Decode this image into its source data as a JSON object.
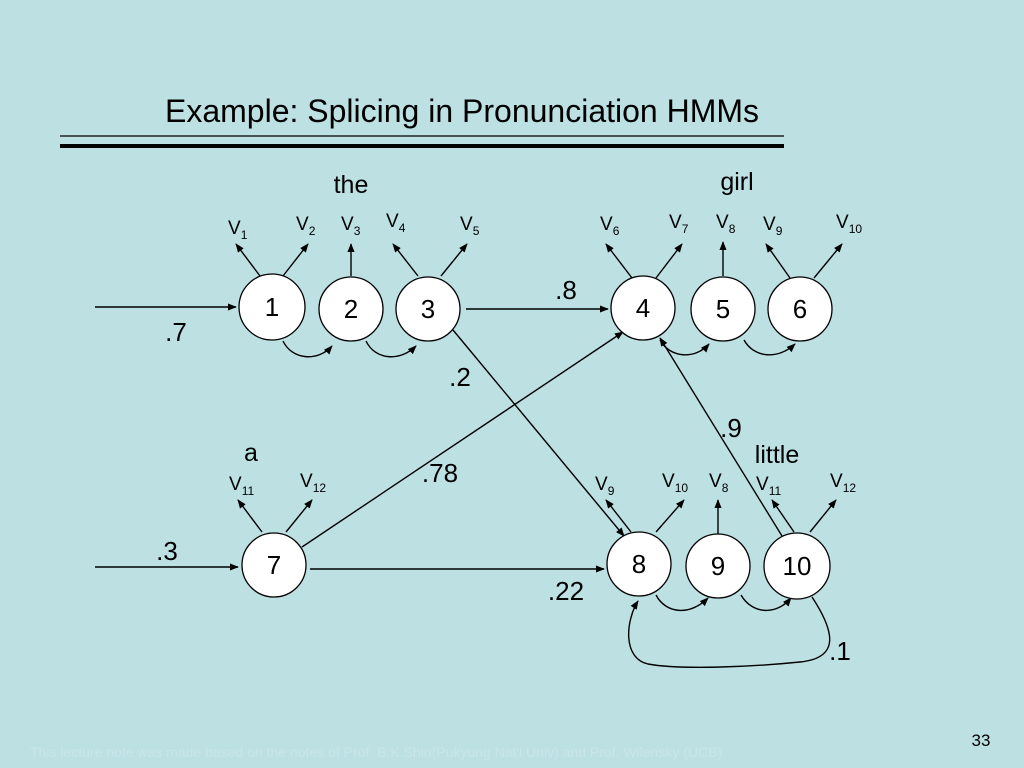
{
  "title": "Example: Splicing in Pronunciation HMMs",
  "words": {
    "the": "the",
    "girl": "girl",
    "a": "a",
    "little": "little"
  },
  "states": [
    "1",
    "2",
    "3",
    "4",
    "5",
    "6",
    "7",
    "8",
    "9",
    "10"
  ],
  "observations": {
    "v1": {
      "base": "V",
      "sub": "1"
    },
    "v2": {
      "base": "V",
      "sub": "2"
    },
    "v3": {
      "base": "V",
      "sub": "3"
    },
    "v4": {
      "base": "V",
      "sub": "4"
    },
    "v5": {
      "base": "V",
      "sub": "5"
    },
    "v6": {
      "base": "V",
      "sub": "6"
    },
    "v7": {
      "base": "V",
      "sub": "7"
    },
    "v8": {
      "base": "V",
      "sub": "8"
    },
    "v9": {
      "base": "V",
      "sub": "9"
    },
    "v10": {
      "base": "V",
      "sub": "10"
    },
    "v9b": {
      "base": "V",
      "sub": "9"
    },
    "v10b": {
      "base": "V",
      "sub": "10"
    },
    "v8b": {
      "base": "V",
      "sub": "8"
    },
    "v11b": {
      "base": "V",
      "sub": "11"
    },
    "v12b": {
      "base": "V",
      "sub": "12"
    },
    "v11a": {
      "base": "V",
      "sub": "11"
    },
    "v12a": {
      "base": "V",
      "sub": "12"
    }
  },
  "probabilities": {
    "start_the": ".7",
    "start_a": ".3",
    "the_to_girl": ".8",
    "the_to_little": ".2",
    "a_to_girl": ".78",
    "a_to_little": ".22",
    "little_to_girl": ".9",
    "little_loop": ".1"
  },
  "footer": "This lecture note was made based on the notes of Prof. B.K.Shin(Pukyung Nat'l Univ) and Prof. Wilensky (UCB)",
  "page_number": "33"
}
